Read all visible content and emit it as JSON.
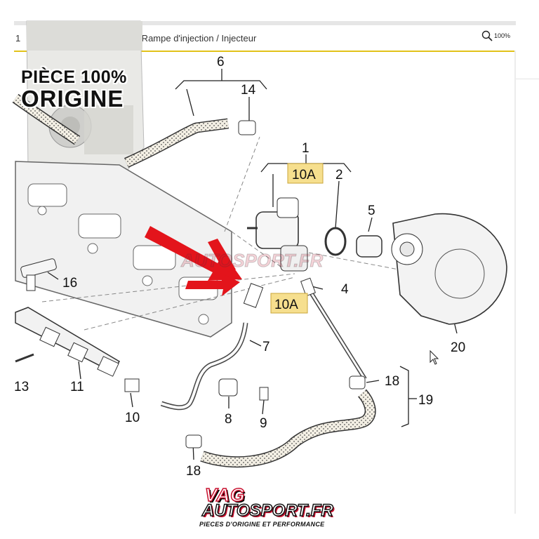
{
  "header": {
    "breadcrumb_prefix": "1",
    "breadcrumb": "nt / Rampe d'injection / Injecteur",
    "zoom_label": "100%"
  },
  "badge": {
    "line1": "PIÈCE 100%",
    "line2": "ORIGINE"
  },
  "callouts": [
    "6",
    "14",
    "1",
    "10A",
    "2",
    "5",
    "16",
    "4",
    "10A",
    "7",
    "20",
    "13",
    "11",
    "18",
    "19",
    "10",
    "8",
    "9",
    "18"
  ],
  "logo": {
    "line1": "VAG",
    "line2": "AUTOSPORT.FR",
    "tagline": "PIECES D'ORIGINE ET PERFORMANCE"
  },
  "watermark": "AUTOSPORT.FR",
  "colors": {
    "highlight": "#f6df8e",
    "accent_rule": "#e2c21a",
    "arrow": "#e3141b",
    "brand_red": "#c8102e"
  }
}
